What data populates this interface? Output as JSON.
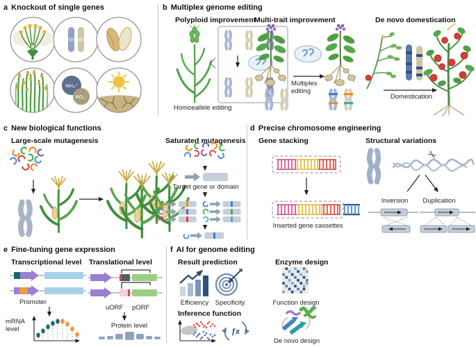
{
  "figure": {
    "panels": {
      "a": {
        "tag": "a",
        "title": "Knockout of single genes",
        "molecules": {
          "nh4": "NH₄⁺",
          "no3": "NO₃⁻"
        }
      },
      "b": {
        "tag": "b",
        "title": "Multiplex genome editing",
        "polyploid": {
          "title": "Polyploid improvement",
          "caption": "Homoeallele editing"
        },
        "multitrait": {
          "title": "Multi-trait improvement",
          "arrow_label_line1": "Multiplex",
          "arrow_label_line2": "editing"
        },
        "denovo": {
          "title": "De novo domestication",
          "arrow_label": "Domestication"
        }
      },
      "c": {
        "tag": "c",
        "title": "New biological functions",
        "large_scale": {
          "title": "Large-scale mutagenesis"
        },
        "saturated": {
          "title": "Saturated mutagenesis",
          "caption": "Target gene or domain"
        }
      },
      "d": {
        "tag": "d",
        "title": "Precise chromosome engineering",
        "stacking": {
          "title": "Gene stacking",
          "caption": "Inserted gene cassettes"
        },
        "structural": {
          "title": "Structural variations",
          "inversion": "Inversion",
          "duplication": "Duplication",
          "scissors_icon": "✂"
        }
      },
      "e": {
        "tag": "e",
        "title": "Fine-tuning gene expression",
        "transcriptional": {
          "title": "Transcriptional level",
          "promoter": "Promoter",
          "mrna_line1": "mRNA",
          "mrna_line2": "level"
        },
        "translational": {
          "title": "Translational level",
          "uorf": "uORF",
          "porf": "pORF",
          "protein": "Protein level"
        }
      },
      "f": {
        "tag": "f",
        "title": "AI for genome editing",
        "result": {
          "title": "Result prediction",
          "efficiency": "Efficiency",
          "specificity": "Specificity"
        },
        "enzyme": {
          "title": "Enzyme design",
          "function_design": "Function design",
          "denovo_design": "De novo design"
        },
        "inference": {
          "title": "Inference function",
          "fx": "ƒx"
        }
      }
    },
    "colors": {
      "plant_green": "#4f9e45",
      "tomato_red": "#d23f35",
      "chromosome_blue": "#a8b8d2",
      "chromosome_tan": "#d6cfb2",
      "chromosome_slate": "#7e8ea8",
      "cassette_pink": "#d45a9e",
      "cassette_yellow": "#e6c043",
      "cassette_red": "#e0524a",
      "insert_navy": "#2e4a78",
      "accent_navy": "#2e4a6e",
      "promoter_purple": "#9b7fd4",
      "utr_blue": "#a5d2e8",
      "orf_green": "#9ccf86",
      "dot_teal": "#1d6e6e",
      "dot_orange": "#f09540"
    }
  }
}
